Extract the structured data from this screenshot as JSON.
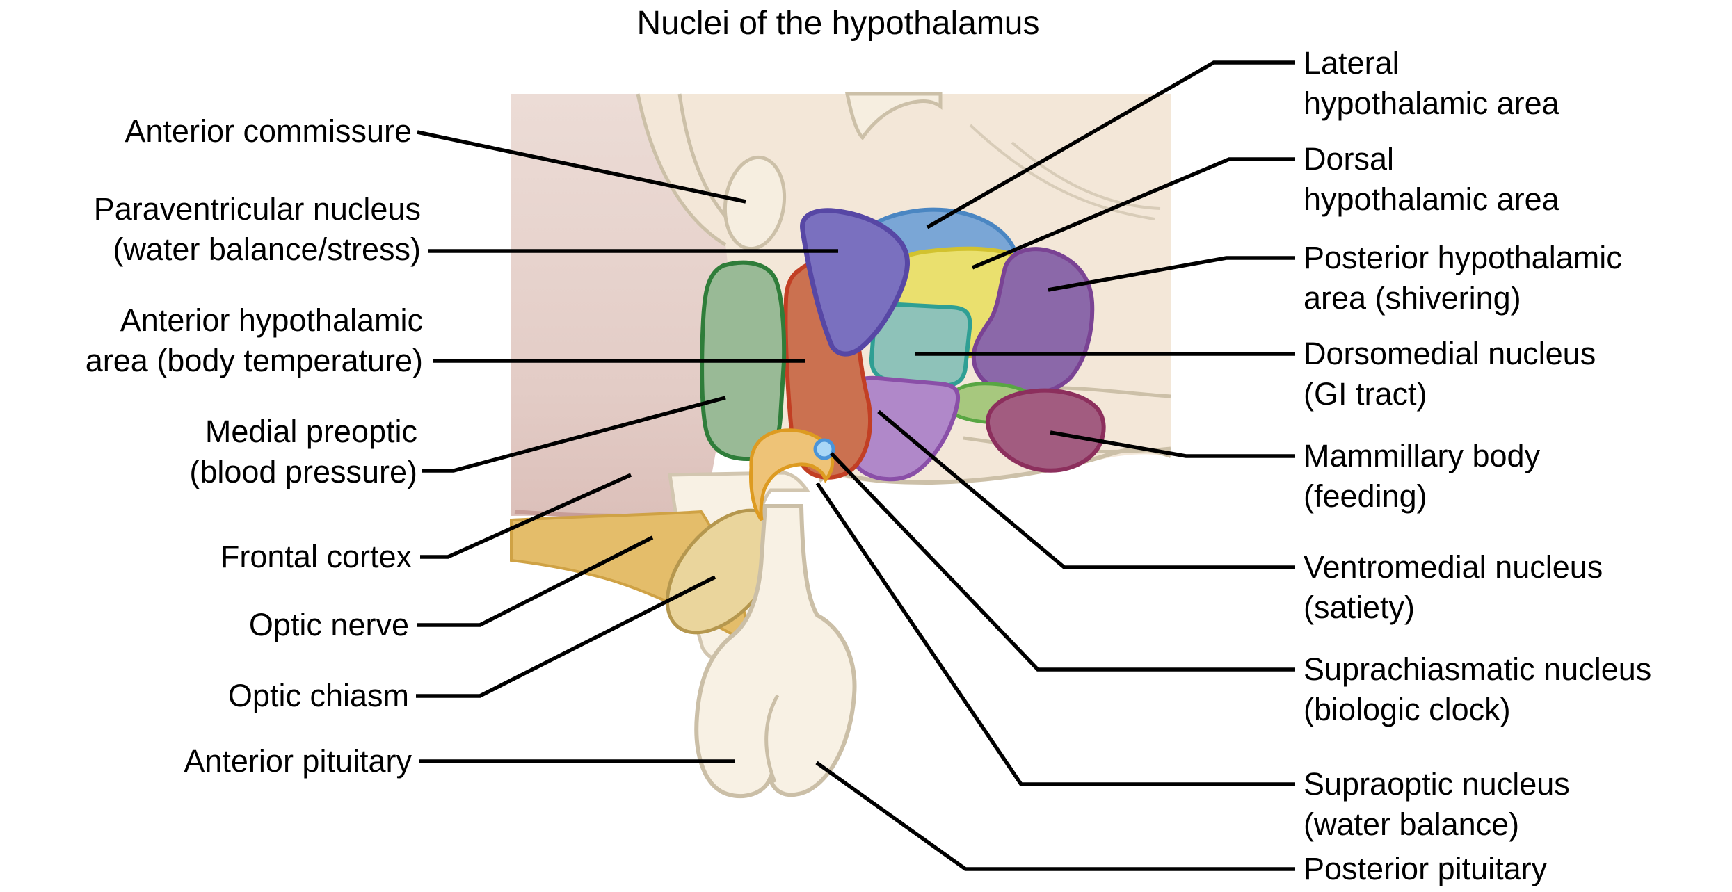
{
  "title": "Nuclei of the hypothalamus",
  "labels": {
    "left": [
      {
        "id": "anterior-commissure",
        "text": "Anterior commissure"
      },
      {
        "id": "paraventricular-nucleus",
        "text": "Paraventricular nucleus\n(water balance/stress)"
      },
      {
        "id": "anterior-hypothalamic-area",
        "text": "Anterior hypothalamic\narea (body temperature)"
      },
      {
        "id": "medial-preoptic",
        "text": "Medial preoptic\n(blood pressure)"
      },
      {
        "id": "frontal-cortex",
        "text": "Frontal cortex"
      },
      {
        "id": "optic-nerve",
        "text": "Optic nerve"
      },
      {
        "id": "optic-chiasm",
        "text": "Optic chiasm"
      },
      {
        "id": "anterior-pituitary",
        "text": "Anterior pituitary"
      }
    ],
    "right": [
      {
        "id": "lateral-hypothalamic-area",
        "text": "Lateral\nhypothalamic area"
      },
      {
        "id": "dorsal-hypothalamic-area",
        "text": "Dorsal\nhypothalamic area"
      },
      {
        "id": "posterior-hypothalamic-area",
        "text": "Posterior hypothalamic\narea (shivering)"
      },
      {
        "id": "dorsomedial-nucleus",
        "text": "Dorsomedial nucleus\n(GI tract)"
      },
      {
        "id": "mammillary-body",
        "text": "Mammillary body\n(feeding)"
      },
      {
        "id": "ventromedial-nucleus",
        "text": "Ventromedial nucleus\n(satiety)"
      },
      {
        "id": "suprachiasmatic-nucleus",
        "text": "Suprachiasmatic nucleus\n(biologic clock)"
      },
      {
        "id": "supraoptic-nucleus",
        "text": "Supraoptic nucleus\n(water balance)"
      },
      {
        "id": "posterior-pituitary",
        "text": "Posterior pituitary"
      }
    ]
  },
  "palette": {
    "lateral_blue": "#7aa6d6",
    "paraventricular_indigo": "#7a70bf",
    "dorsal_yellow": "#eae06e",
    "posterior_purple": "#8b68a9",
    "dorsomedial_teal": "#8ec2b9",
    "anterior_orange": "#cb7150",
    "medial_preoptic_green": "#99ba96",
    "ventromedial_lavender": "#b088c9",
    "tuberal_green": "#a7c87e",
    "mammillary_maroon": "#a25c80",
    "supraoptic_crescent": "#eec377",
    "suprachiasmatic_blue": "#a9d7f6",
    "leader_black": "#000000",
    "brain_beige": "#f3e7d8",
    "cortex_pink_top": "#ecdcd6",
    "cortex_pink_bottom": "#dcc0ba",
    "optic_gold": "#e4bd6a",
    "chiasm_khaki": "#ead59c",
    "pituitary_cream": "#f8f1e4"
  }
}
